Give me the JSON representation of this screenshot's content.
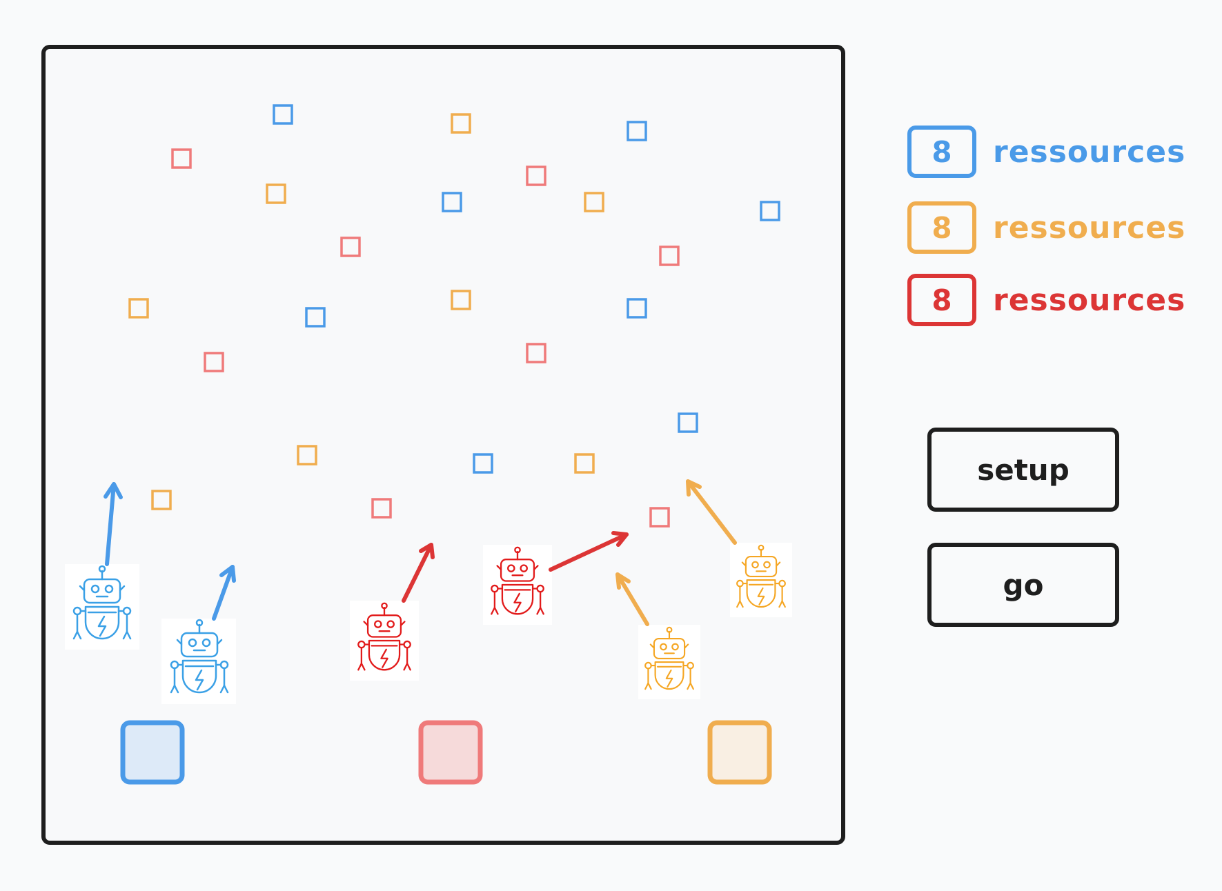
{
  "colors": {
    "blue": "#4a9ae8",
    "orange": "#f0ad4e",
    "red": "#dc3535",
    "pink": "#ef7a7a",
    "ink": "#1e1e1e",
    "robot_blue": "#3aa0e6",
    "robot_red": "#e21b1b",
    "robot_orange": "#f5a623"
  },
  "counters": [
    {
      "color": "blue",
      "value": "8",
      "label": "ressources"
    },
    {
      "color": "orange",
      "value": "8",
      "label": "ressources"
    },
    {
      "color": "red",
      "value": "8",
      "label": "ressources"
    }
  ],
  "controls": {
    "setup_label": "setup",
    "go_label": "go"
  },
  "icons": {
    "robot": "robot-icon",
    "resource": "square-outline-icon",
    "base": "filled-square-icon",
    "arrow": "direction-arrow"
  }
}
